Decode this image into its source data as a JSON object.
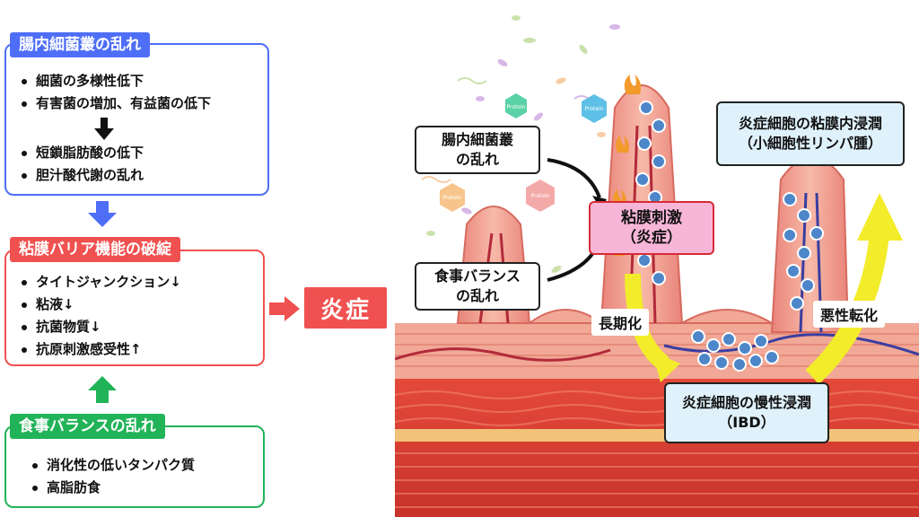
{
  "left": {
    "microbiota": {
      "title": "腸内細菌叢の乱れ",
      "items_top": [
        "細菌の多様性低下",
        "有害菌の増加、有益菌の低下"
      ],
      "items_bottom": [
        "短鎖脂肪酸の低下",
        "胆汁酸代謝の乱れ"
      ]
    },
    "barrier": {
      "title": "粘膜バリア機能の破綻",
      "items": [
        "タイトジャンクション↓",
        "粘液↓",
        "抗菌物質↓",
        "抗原刺激感受性↑"
      ]
    },
    "diet": {
      "title": "食事バランスの乱れ",
      "items": [
        "消化性の低いタンパク質",
        "高脂肪食"
      ]
    },
    "inflammation": "炎症"
  },
  "illustration": {
    "label_microbiota": [
      "腸内細菌叢",
      "の乱れ"
    ],
    "label_diet": [
      "食事バランス",
      "の乱れ"
    ],
    "label_stimulus": [
      "粘膜刺激",
      "（炎症）"
    ],
    "label_chronic": [
      "炎症細胞の慢性浸潤",
      "（IBD）"
    ],
    "label_lymphoma": [
      "炎症細胞の粘膜内浸潤",
      "（小細胞性リンパ腫）"
    ],
    "tag_long_term": "長期化",
    "tag_malignant": "悪性転化",
    "protein_text": "Protein"
  },
  "colors": {
    "microbiota_blue": "#4f6ef7",
    "barrier_red": "#ef5150",
    "diet_green": "#21b358",
    "stimulus_pink": "#f7b6d8",
    "arrow_yellow": "#f2ec2a",
    "tissue": "#e9847a",
    "cell_blue": "#4d86c9"
  }
}
